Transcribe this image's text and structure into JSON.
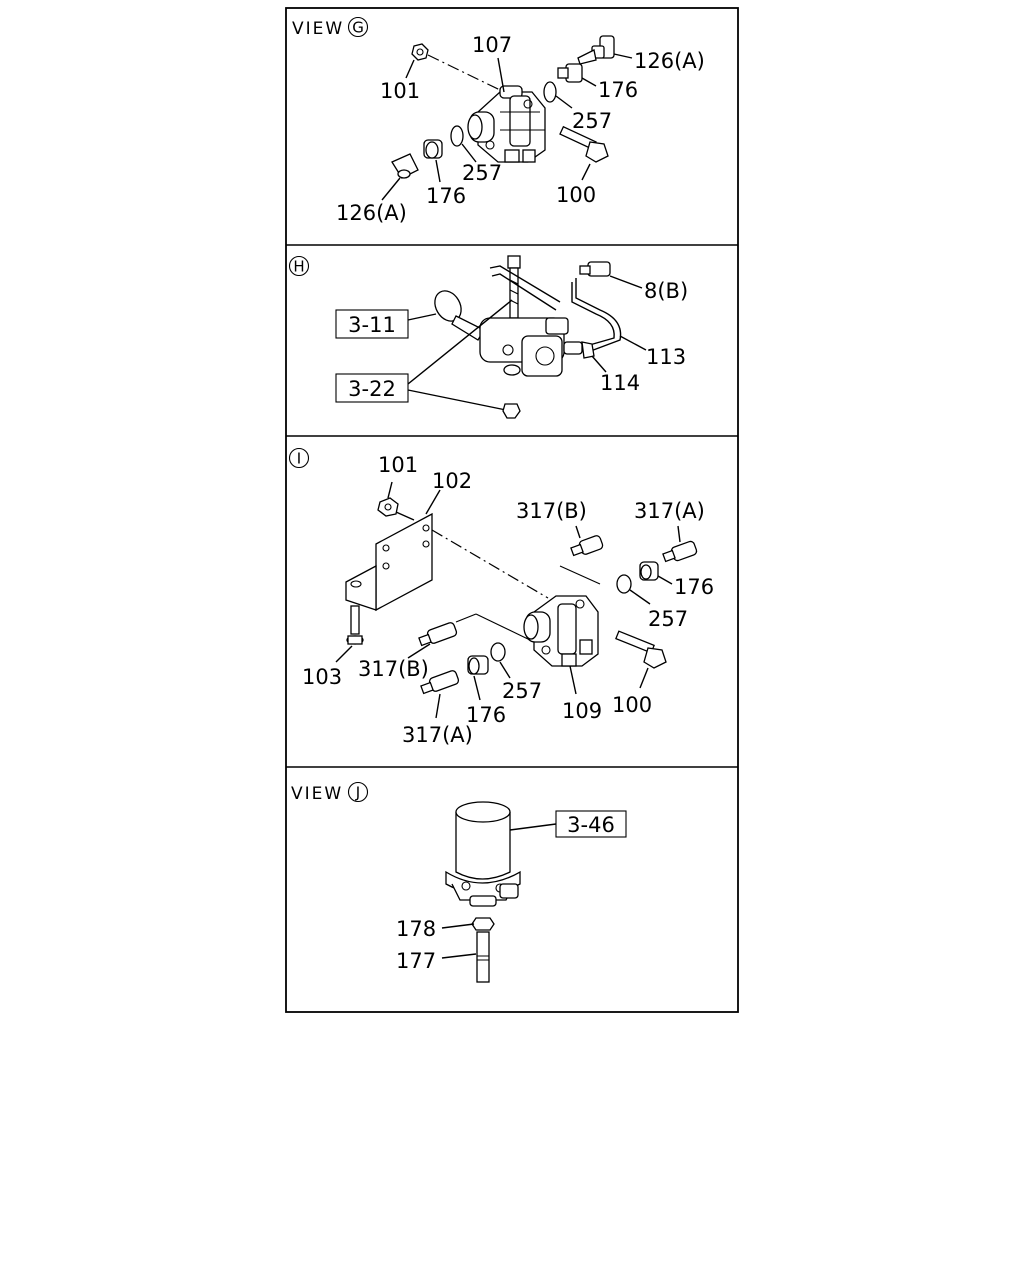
{
  "panels": {
    "g": {
      "title_word": "VIEW",
      "marker": "G",
      "labels": {
        "p107": "107",
        "p126a_top": "126(A)",
        "p101": "101",
        "p176_top": "176",
        "p257_top": "257",
        "p257_mid": "257",
        "p176_bot": "176",
        "p100": "100",
        "p126a_bot": "126(A)"
      }
    },
    "h": {
      "marker": "H",
      "labels": {
        "p8b": "8(B)",
        "ref311": "3-11",
        "p113": "113",
        "ref322": "3-22",
        "p114": "114"
      }
    },
    "i": {
      "marker": "I",
      "labels": {
        "p101": "101",
        "p102": "102",
        "p317b_top": "317(B)",
        "p317a_top": "317(A)",
        "p176_right": "176",
        "p257_right": "257",
        "p103": "103",
        "p317b_left": "317(B)",
        "p257_mid": "257",
        "p176_mid": "176",
        "p109": "109",
        "p100": "100",
        "p317a_bot": "317(A)"
      }
    },
    "j": {
      "title_word": "VIEW",
      "marker": "J",
      "labels": {
        "ref346": "3-46",
        "p178": "178",
        "p177": "177"
      }
    }
  }
}
